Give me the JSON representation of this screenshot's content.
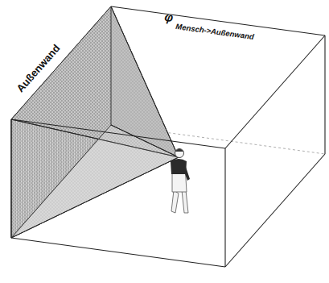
{
  "diagram": {
    "labels": [
      "Außenwand",
      "φ",
      "Mensch->Außenwand"
    ]
  }
}
